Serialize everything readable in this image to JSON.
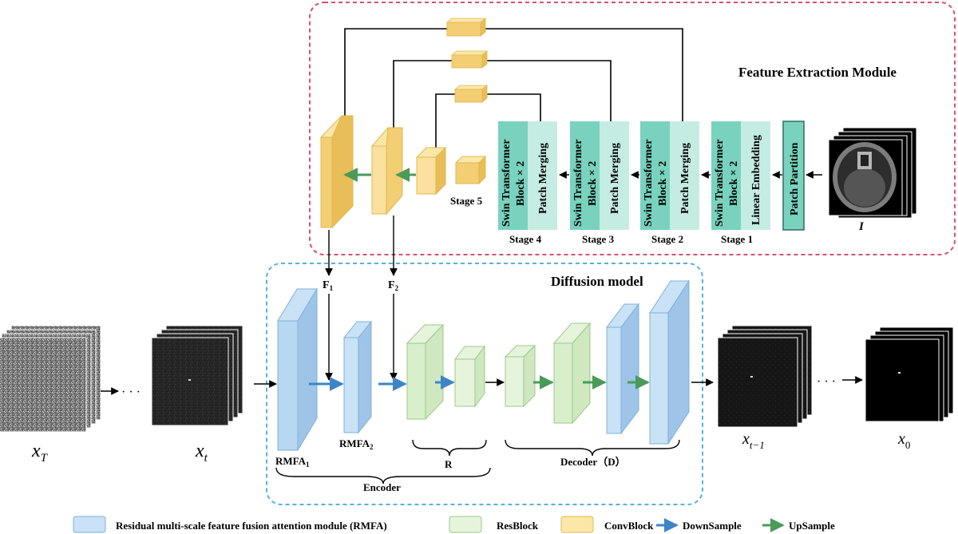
{
  "feature_module": {
    "title": "Feature Extraction Module",
    "input_label": "I",
    "patch_partition": "Patch Partition",
    "stage1": {
      "label": "Stage 1",
      "left": "Swin Transformer",
      "left2": "Block × 2",
      "right": "Linear Embedding"
    },
    "stage2": {
      "label": "Stage 2",
      "left": "Swin Transformer",
      "left2": "Block × 2",
      "right": "Patch Merging"
    },
    "stage3": {
      "label": "Stage 3",
      "left": "Swin Transformer",
      "left2": "Block × 2",
      "right": "Patch Merging"
    },
    "stage4": {
      "label": "Stage 4",
      "left": "Swin Transformer",
      "left2": "Block × 2",
      "right": "Patch Merging"
    },
    "stage5": {
      "label": "Stage 5"
    }
  },
  "diffusion": {
    "title": "Diffusion model",
    "f1": "F",
    "f1_sub": "1",
    "f2": "F",
    "f2_sub": "2",
    "rmfa1": "RMFA",
    "rmfa1_sub": "1",
    "rmfa2": "RMFA",
    "rmfa2_sub": "2",
    "r_label": "R",
    "decoder_label": "Decoder（D）",
    "encoder_label": "Encoder"
  },
  "sequence": {
    "xT": "x",
    "xT_sub": "T",
    "xt": "x",
    "xt_sub": "t",
    "xt1": "x",
    "xt1_sub": "t−1",
    "x0": "x",
    "x0_sub": "0",
    "ellipsis": "· · ·"
  },
  "legend": {
    "rmfa": "Residual multi-scale feature fusion  attention module (RMFA)",
    "resblock": "ResBlock",
    "convblock": "ConvBlock",
    "downsample": "DownSample",
    "upsample": "UpSample"
  },
  "colors": {
    "blue_light": "#c9e2f5",
    "blue": "#9ec5e8",
    "green_light": "#e6f4dc",
    "green": "#cfe8c0",
    "yellow_light": "#fbe7a8",
    "yellow": "#f3ce72",
    "teal": "#79d2be",
    "teal_light": "#c5ece3",
    "red_dash": "#d9506e",
    "blue_dash": "#55b3dd",
    "arrow_blue": "#3d85c6",
    "arrow_green": "#4a9a5a"
  }
}
